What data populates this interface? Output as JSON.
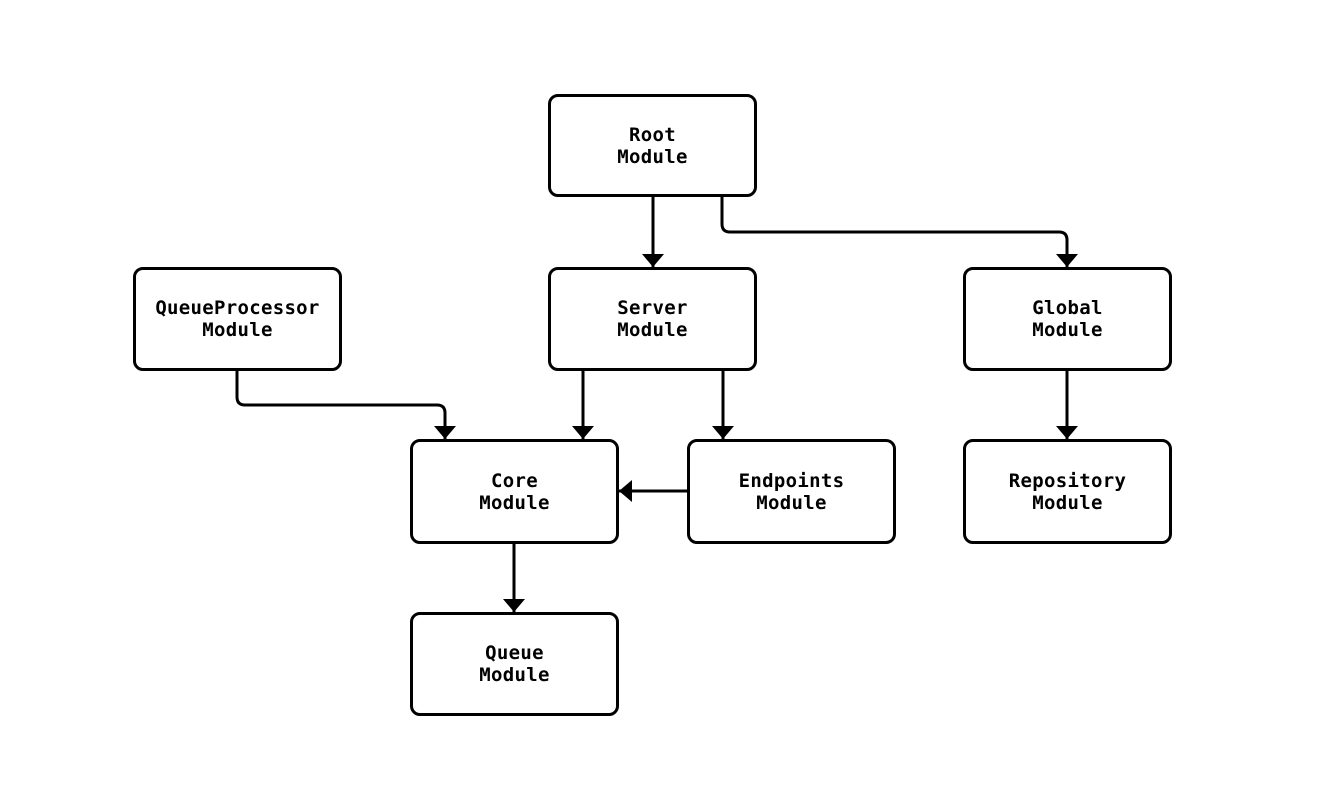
{
  "diagram": {
    "type": "module-dependency-flowchart",
    "background": "#ffffff",
    "stroke": "#000000",
    "node_fill": "#ffffff",
    "nodes": [
      {
        "id": "root",
        "line1": "Root",
        "line2": "Module"
      },
      {
        "id": "server",
        "line1": "Server",
        "line2": "Module"
      },
      {
        "id": "queueprocessor",
        "line1": "QueueProcessor",
        "line2": "Module"
      },
      {
        "id": "global",
        "line1": "Global",
        "line2": "Module"
      },
      {
        "id": "core",
        "line1": "Core",
        "line2": "Module"
      },
      {
        "id": "endpoints",
        "line1": "Endpoints",
        "line2": "Module"
      },
      {
        "id": "repository",
        "line1": "Repository",
        "line2": "Module"
      },
      {
        "id": "queue",
        "line1": "Queue",
        "line2": "Module"
      }
    ],
    "edges": [
      {
        "from": "Root Module",
        "to": "Server Module"
      },
      {
        "from": "Root Module",
        "to": "Global Module"
      },
      {
        "from": "QueueProcessor Module",
        "to": "Core Module"
      },
      {
        "from": "Server Module",
        "to": "Core Module"
      },
      {
        "from": "Server Module",
        "to": "Endpoints Module"
      },
      {
        "from": "Endpoints Module",
        "to": "Core Module"
      },
      {
        "from": "Global Module",
        "to": "Repository Module"
      },
      {
        "from": "Core Module",
        "to": "Queue Module"
      }
    ]
  }
}
